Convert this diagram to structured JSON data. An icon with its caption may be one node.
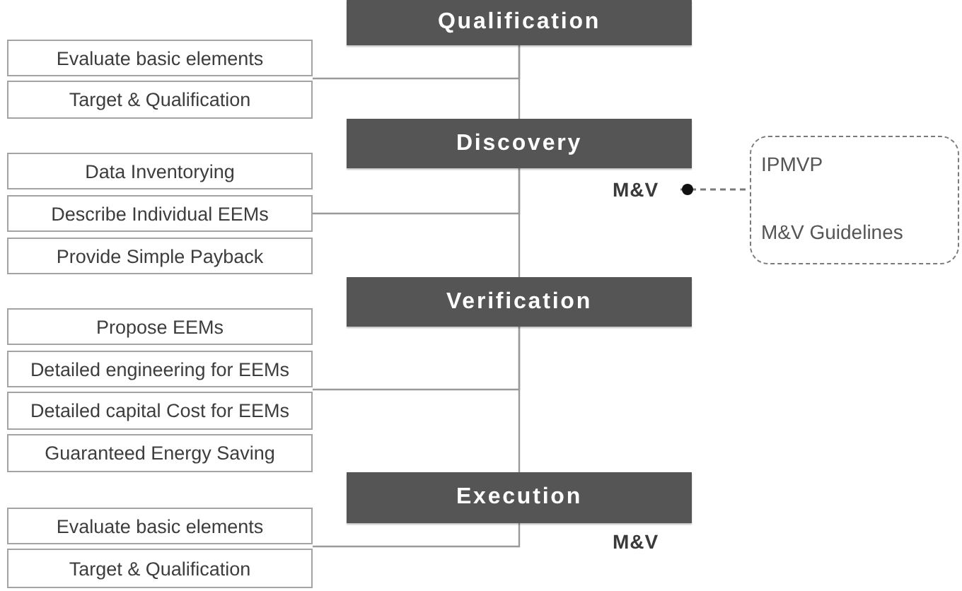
{
  "diagram": {
    "nodes": [
      {
        "text": [
          "Qualification"
        ]
      },
      {
        "text": [
          "Evaluate basic elements"
        ]
      },
      {
        "text": [
          "Target & Qualification"
        ]
      },
      {
        "text": [
          "Discovery"
        ]
      },
      {
        "text": [
          "Data Inventorying"
        ]
      },
      {
        "text": [
          "Describe Individual EEMs"
        ]
      },
      {
        "text": [
          "M&V"
        ]
      },
      {
        "text": [
          "IPMVP",
          "M&V Guidelines"
        ]
      },
      {
        "text": [
          "Provide Simple Payback"
        ]
      },
      {
        "text": [
          "Verification"
        ]
      },
      {
        "text": [
          "Propose EEMs"
        ]
      },
      {
        "text": [
          "Detailed engineering for EEMs"
        ]
      },
      {
        "text": [
          "Detailed capital Cost for EEMs"
        ]
      },
      {
        "text": [
          "Guaranteed Energy Saving"
        ]
      },
      {
        "text": [
          "Execution"
        ],
        "beside": [
          "M&V"
        ]
      },
      {
        "text": [
          "Evaluate basic elements"
        ]
      },
      {
        "text": [
          "Target & Qualification"
        ]
      }
    ],
    "edges": [
      {
        "from": 0,
        "to": 3,
        "arrow": "none"
      },
      {
        "from": 0,
        "to": 1,
        "arrow": "none"
      },
      {
        "from": 0,
        "to": 2,
        "arrow": "none"
      },
      {
        "from": 3,
        "to": 9,
        "arrow": "none"
      },
      {
        "from": 3,
        "to": 5,
        "arrow": "none"
      },
      {
        "from": 9,
        "to": 14,
        "arrow": "none"
      },
      {
        "from": 9,
        "to": 11,
        "arrow": "none"
      },
      {
        "from": 9,
        "to": 12,
        "arrow": "none"
      },
      {
        "from": 14,
        "to": 15,
        "arrow": "none"
      },
      {
        "from": 14,
        "to": 16,
        "arrow": "none"
      },
      {
        "from": 6,
        "to": 7,
        "arrow": "other",
        "style": "dashed"
      }
    ]
  }
}
